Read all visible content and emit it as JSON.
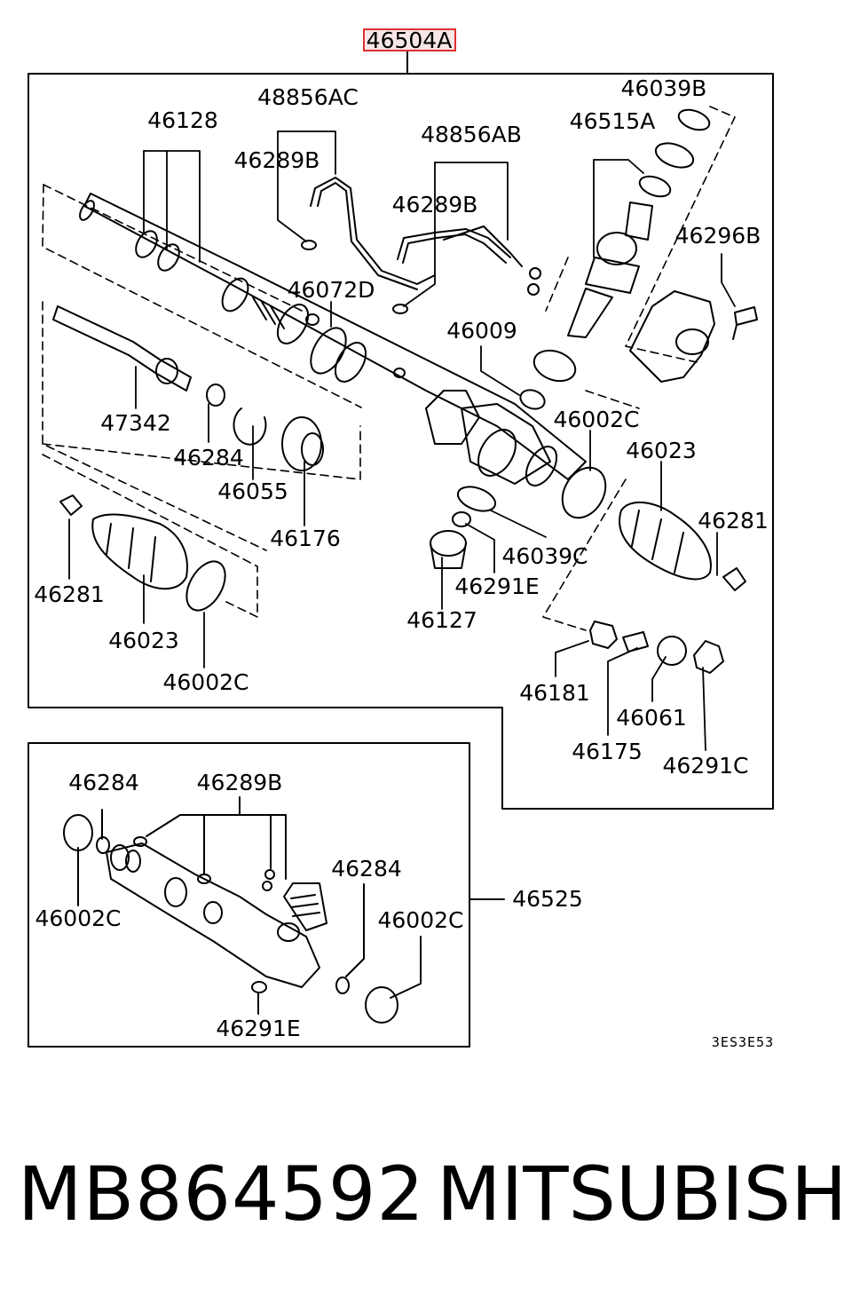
{
  "header_part": "46504A",
  "labels": {
    "l_48856AC": "48856AC",
    "l_46039B": "46039B",
    "l_46128": "46128",
    "l_48856AB": "48856AB",
    "l_46515A": "46515A",
    "l_46289B_top": "46289B",
    "l_46289B_mid": "46289B",
    "l_46296B": "46296B",
    "l_46072D": "46072D",
    "l_46009": "46009",
    "l_47342": "47342",
    "l_46002C_a": "46002C",
    "l_46284_a": "46284",
    "l_46023_r": "46023",
    "l_46055": "46055",
    "l_46281_r": "46281",
    "l_46176": "46176",
    "l_46039C": "46039C",
    "l_46281_l": "46281",
    "l_46291E_a": "46291E",
    "l_46127": "46127",
    "l_46023_l": "46023",
    "l_46002C_b": "46002C",
    "l_46181": "46181",
    "l_46061": "46061",
    "l_46175": "46175",
    "l_46291C": "46291C",
    "l_46284_b": "46284",
    "l_46289B_low": "46289B",
    "l_46284_c": "46284",
    "l_46525": "46525",
    "l_46002C_c": "46002C",
    "l_46002C_d": "46002C",
    "l_46291E_b": "46291E"
  },
  "diagram_code": "3ES3E53",
  "part_number": "MB864592",
  "manufacturer": "MITSUBISHI",
  "colors": {
    "highlight": "#e03030",
    "ink": "#000000"
  }
}
